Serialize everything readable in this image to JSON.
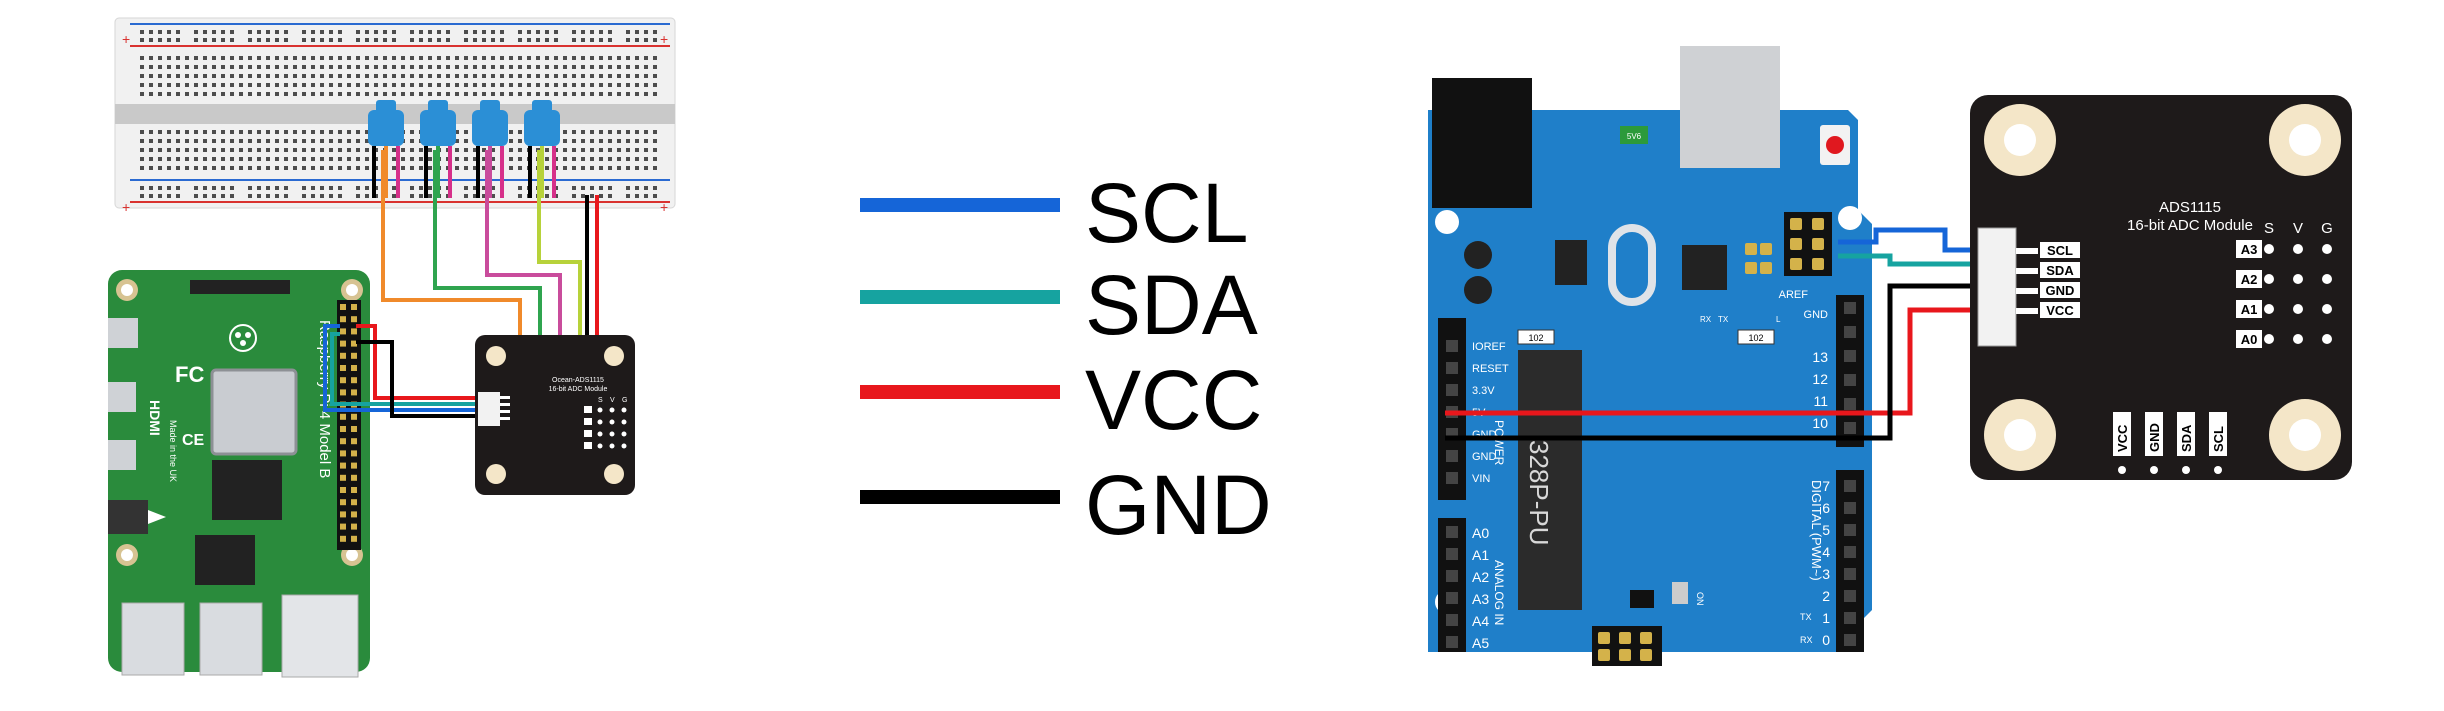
{
  "colors": {
    "scl": "#1565d8",
    "sda": "#16a3a0",
    "vcc": "#e8171c",
    "gnd": "#000000",
    "rpi_green": "#2a8b3c",
    "arduino_blue": "#1f7fc9",
    "module_black": "#1e1a1a",
    "pad": "#f4e6c8"
  },
  "legend": [
    {
      "key": "scl",
      "label": "SCL"
    },
    {
      "key": "sda",
      "label": "SDA"
    },
    {
      "key": "vcc",
      "label": "VCC"
    },
    {
      "key": "gnd",
      "label": "GND"
    }
  ],
  "rpi": {
    "model_text": "Raspberry Pi 4 Model B",
    "hdmi": "HDMI",
    "fc": "FC",
    "ce": "CE",
    "made_in": "Made in the UK"
  },
  "small_module": {
    "name": "Ocean-ADS1115",
    "subtitle": "16-bit ADC Module",
    "cols": [
      "S",
      "V",
      "G"
    ]
  },
  "arduino": {
    "chip": "328P-PU",
    "aref": "AREF",
    "gnd": "GND",
    "pins_top": [
      "13",
      "12",
      "11",
      "10"
    ],
    "pins_digital": [
      "7",
      "6",
      "5",
      "4",
      "3",
      "2",
      "1",
      "0"
    ],
    "tx": "TX",
    "rx": "RX",
    "digital_label": "DIGITAL (PWM~)",
    "power_label": "POWER",
    "power_pins": [
      "IOREF",
      "RESET",
      "3.3V",
      "5V",
      "GND",
      "GND",
      "VIN"
    ],
    "analog_label": "ANALOG IN",
    "analog_pins": [
      "A0",
      "A1",
      "A2",
      "A3",
      "A4",
      "A5"
    ],
    "res1": "102",
    "res2": "102",
    "on": "ON",
    "l": "L",
    "rx_led": "RX",
    "tx_led": "TX",
    "crystal": "5V6"
  },
  "module": {
    "name": "ADS1115",
    "subtitle": "16-bit ADC Module",
    "cols": [
      "S",
      "V",
      "G"
    ],
    "channels": [
      "A3",
      "A2",
      "A1",
      "A0"
    ],
    "connector_pins": [
      "SCL",
      "SDA",
      "GND",
      "VCC"
    ],
    "bottom_labels": [
      "VCC",
      "GND",
      "SDA",
      "SCL"
    ]
  }
}
